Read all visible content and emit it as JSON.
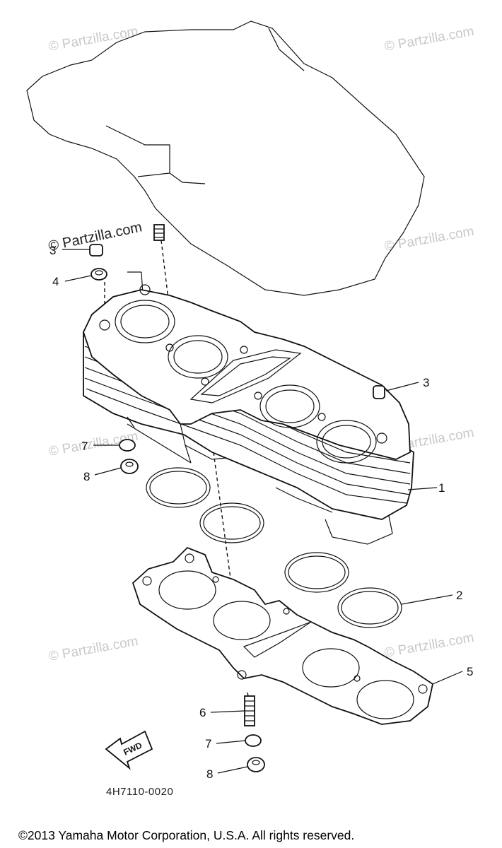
{
  "watermarks": {
    "text": "© Partzilla.com",
    "dark_text": "© Partzilla.com"
  },
  "callouts": {
    "p1": "1",
    "p2": "2",
    "p3a": "3",
    "p3b": "3",
    "p4": "4",
    "p5": "5",
    "p6": "6",
    "p7a": "7",
    "p7b": "7",
    "p8a": "8",
    "p8b": "8"
  },
  "forward_arrow_label": "FWD",
  "diagram_code": "4H7110-0020",
  "copyright": "©2013 Yamaha Motor Corporation, U.S.A. All rights reserved.",
  "colors": {
    "line": "#111111",
    "watermark": "#c9c9c9",
    "background": "#ffffff"
  }
}
